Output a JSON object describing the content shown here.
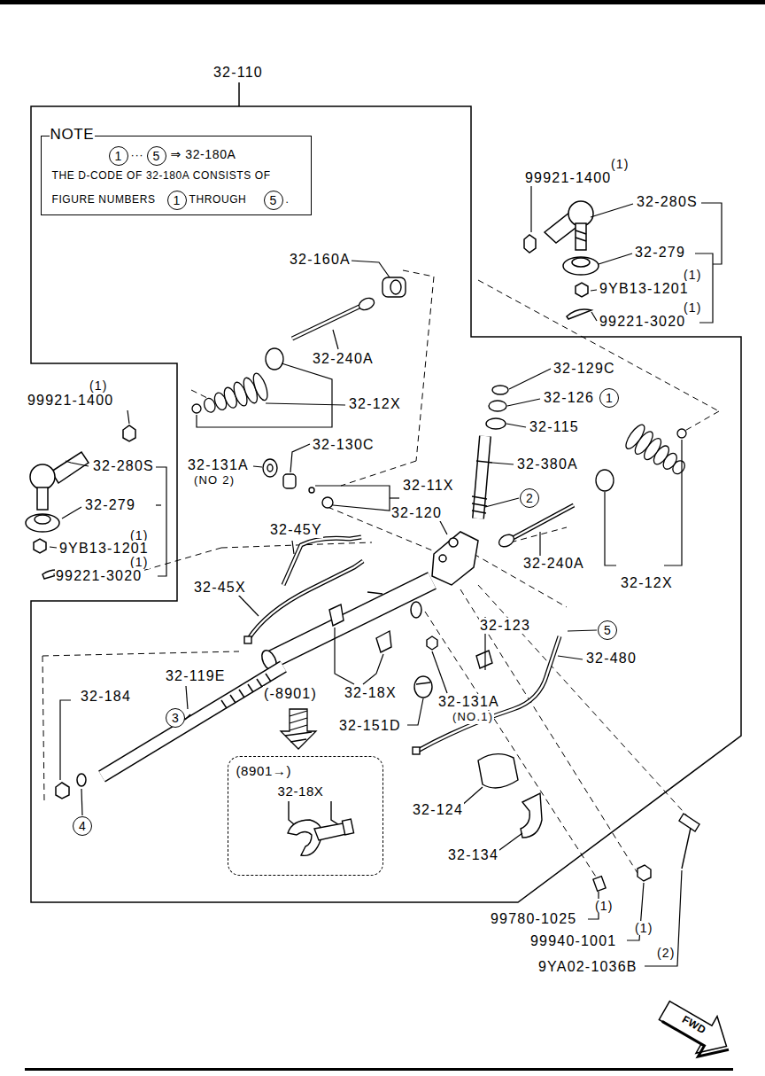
{
  "diagram": {
    "nodes": [
      {
        "text": [
          "NOTE",
          "···",
          "⇒ 32-180A",
          "THE D-CODE OF 32-180A CONSISTS OF",
          "FIGURE NUMBERS",
          "THROUGH",
          "."
        ]
      },
      {
        "text": [
          "1"
        ],
        "in": 0
      },
      {
        "text": [
          "5"
        ],
        "in": 0
      },
      {
        "text": [
          "1"
        ],
        "in": 0
      },
      {
        "text": [
          "5"
        ],
        "in": 0
      },
      {
        "text": [
          "1"
        ]
      },
      {
        "text": [
          "2"
        ]
      },
      {
        "text": [
          "3"
        ]
      },
      {
        "text": [
          "4"
        ]
      },
      {
        "text": [
          "5"
        ]
      },
      {
        "text": [
          "(8901→)",
          "32-18X"
        ]
      }
    ],
    "labels": [
      "32-110",
      "(1)",
      "99921-1400",
      "32-280S",
      "32-279",
      "(1)",
      "9YB13-1201",
      "(1)",
      "99221-3020",
      "32-160A",
      "32-240A",
      "(1)",
      "99921-1400",
      "32-12X",
      "32-129C",
      "32-126",
      "32-115",
      "32-130C",
      "32-131A",
      "(NO 2)",
      "32-280S",
      "32-380A",
      "32-11X",
      "32-279",
      "32-120",
      "32-45Y",
      "(1)",
      "9YB13-1201",
      "32-240A",
      "(1)",
      "99221-3020",
      "32-45X",
      "32-12X",
      "32-123",
      "32-480",
      "32-119E",
      "32-184",
      "(-8901)",
      "32-18X",
      "32-131A",
      "(NO.1)",
      "32-151D",
      "32-124",
      "32-134",
      "(1)",
      "99780-1025",
      "(1)",
      "99940-1001",
      "(2)",
      "9YA02-1036B",
      "FWD"
    ]
  }
}
